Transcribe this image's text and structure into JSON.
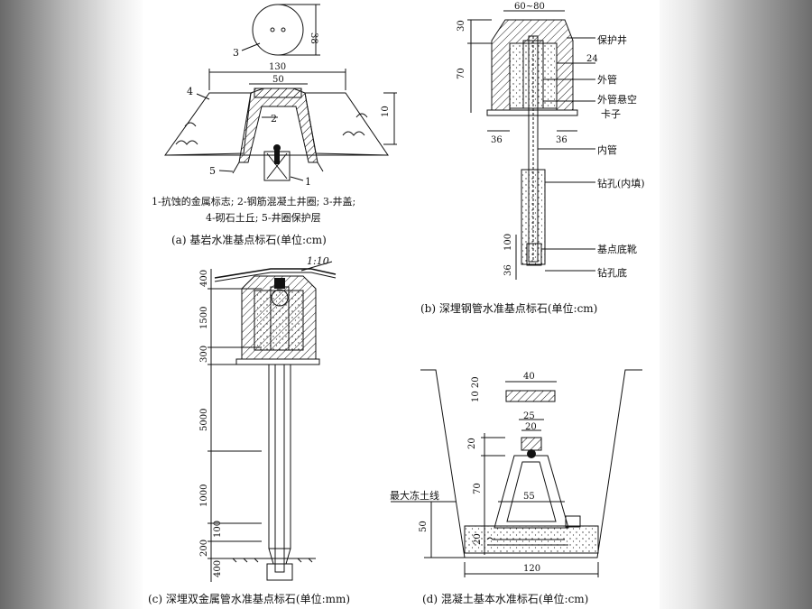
{
  "panel_a": {
    "caption": "(a) 基岩水准基点标石(单位:cm)",
    "legend_line1": "1-抗蚀的金属标志; 2-钢筋混凝土井圈; 3-井盖;",
    "legend_line2": "4-砌石土丘; 5-井圈保护层",
    "labels": {
      "l1": "1",
      "l2": "2",
      "l3": "3",
      "l4": "4",
      "l5": "5"
    },
    "dims": {
      "d38": "38",
      "d130": "130",
      "d50": "50",
      "d10": "10"
    }
  },
  "panel_b": {
    "caption": "(b) 深埋钢管水准基点标石(单位:cm)",
    "labels": {
      "protect_well": "保护井",
      "outer_pipe": "外管",
      "suspension_1": "外管悬空",
      "suspension_2": "卡子",
      "inner_pipe": "内管",
      "borehole": "钻孔(内填)",
      "base_boot": "基点底靴",
      "hole_bottom": "钻孔底"
    },
    "dims": {
      "d6080": "60~80",
      "d30": "30",
      "d70": "70",
      "d24": "24",
      "d36a": "36",
      "d36b": "36",
      "d100": "100",
      "d36c": "36"
    }
  },
  "panel_c": {
    "caption": "(c) 深埋双金属管水准基点标石(单位:mm)",
    "slope": "1:10",
    "dims": {
      "d400a": "400",
      "d1500": "1500",
      "d300": "300",
      "d5000": "5000",
      "d1000": "1000",
      "d100": "100",
      "d200": "200",
      "d400b": "400"
    }
  },
  "panel_d": {
    "caption": "(d) 混凝土基本水准标石(单位:cm)",
    "frost_line": "最大冻土线",
    "dims": {
      "d40": "40",
      "d1020": "10 20",
      "d25": "25",
      "d20a": "20",
      "d20b": "20",
      "d70": "70",
      "d55": "55",
      "d50": "50",
      "d20c": "20",
      "d120": "120"
    }
  }
}
